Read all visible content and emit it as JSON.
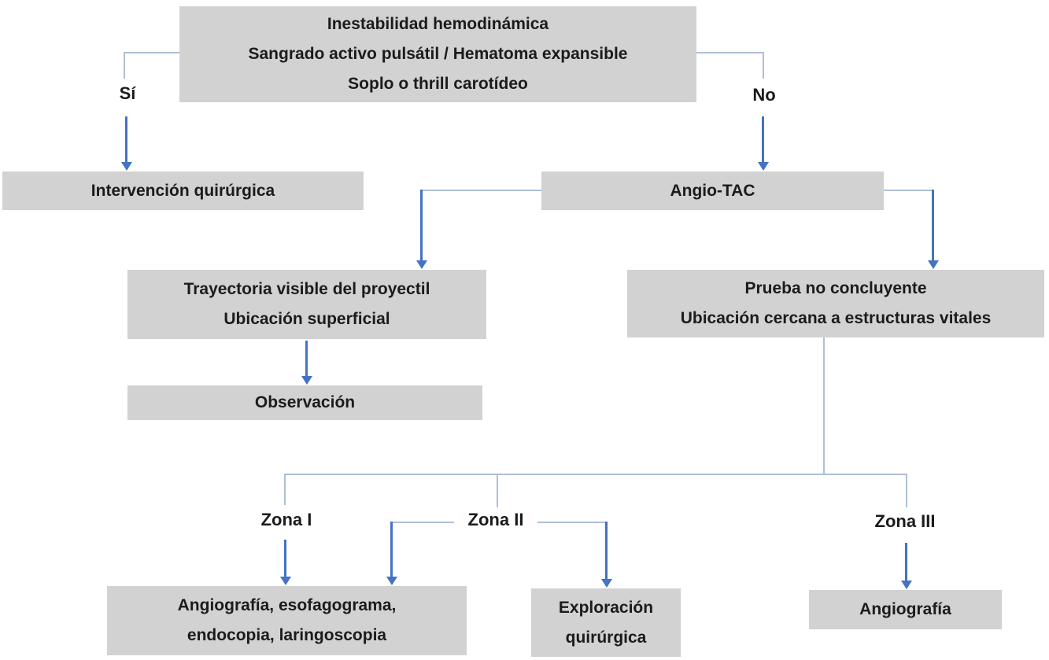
{
  "diagram": {
    "boxes": {
      "top": {
        "lines": [
          "Inestabilidad hemodinámica",
          "Sangrado activo pulsátil / Hematoma expansible",
          "Soplo o thrill carotídeo"
        ]
      },
      "intervencion": {
        "label": "Intervención quirúrgica"
      },
      "angiotac": {
        "label": "Angio-TAC"
      },
      "trayectoria": {
        "lines": [
          "Trayectoria visible del proyectil",
          "Ubicación superficial"
        ]
      },
      "prueba": {
        "lines": [
          "Prueba no concluyente",
          "Ubicación cercana a estructuras vitales"
        ]
      },
      "observacion": {
        "label": "Observación"
      },
      "zona1_result": {
        "lines": [
          "Angiografía, esofagograma,",
          "endocopia, laringoscopia"
        ]
      },
      "zona2_result": {
        "lines": [
          "Exploración",
          "quirúrgica"
        ]
      },
      "zona3_result": {
        "label": "Angiografía"
      }
    },
    "labels": {
      "yes": "Sí",
      "no": "No",
      "zone1": "Zona I",
      "zone2": "Zona II",
      "zone3": "Zona III"
    },
    "colors": {
      "box_fill": "#d2d2d2",
      "text_color": "#1b1b1b",
      "arrow_color": "#4472c4",
      "connector_color": "#aebfd8"
    }
  }
}
